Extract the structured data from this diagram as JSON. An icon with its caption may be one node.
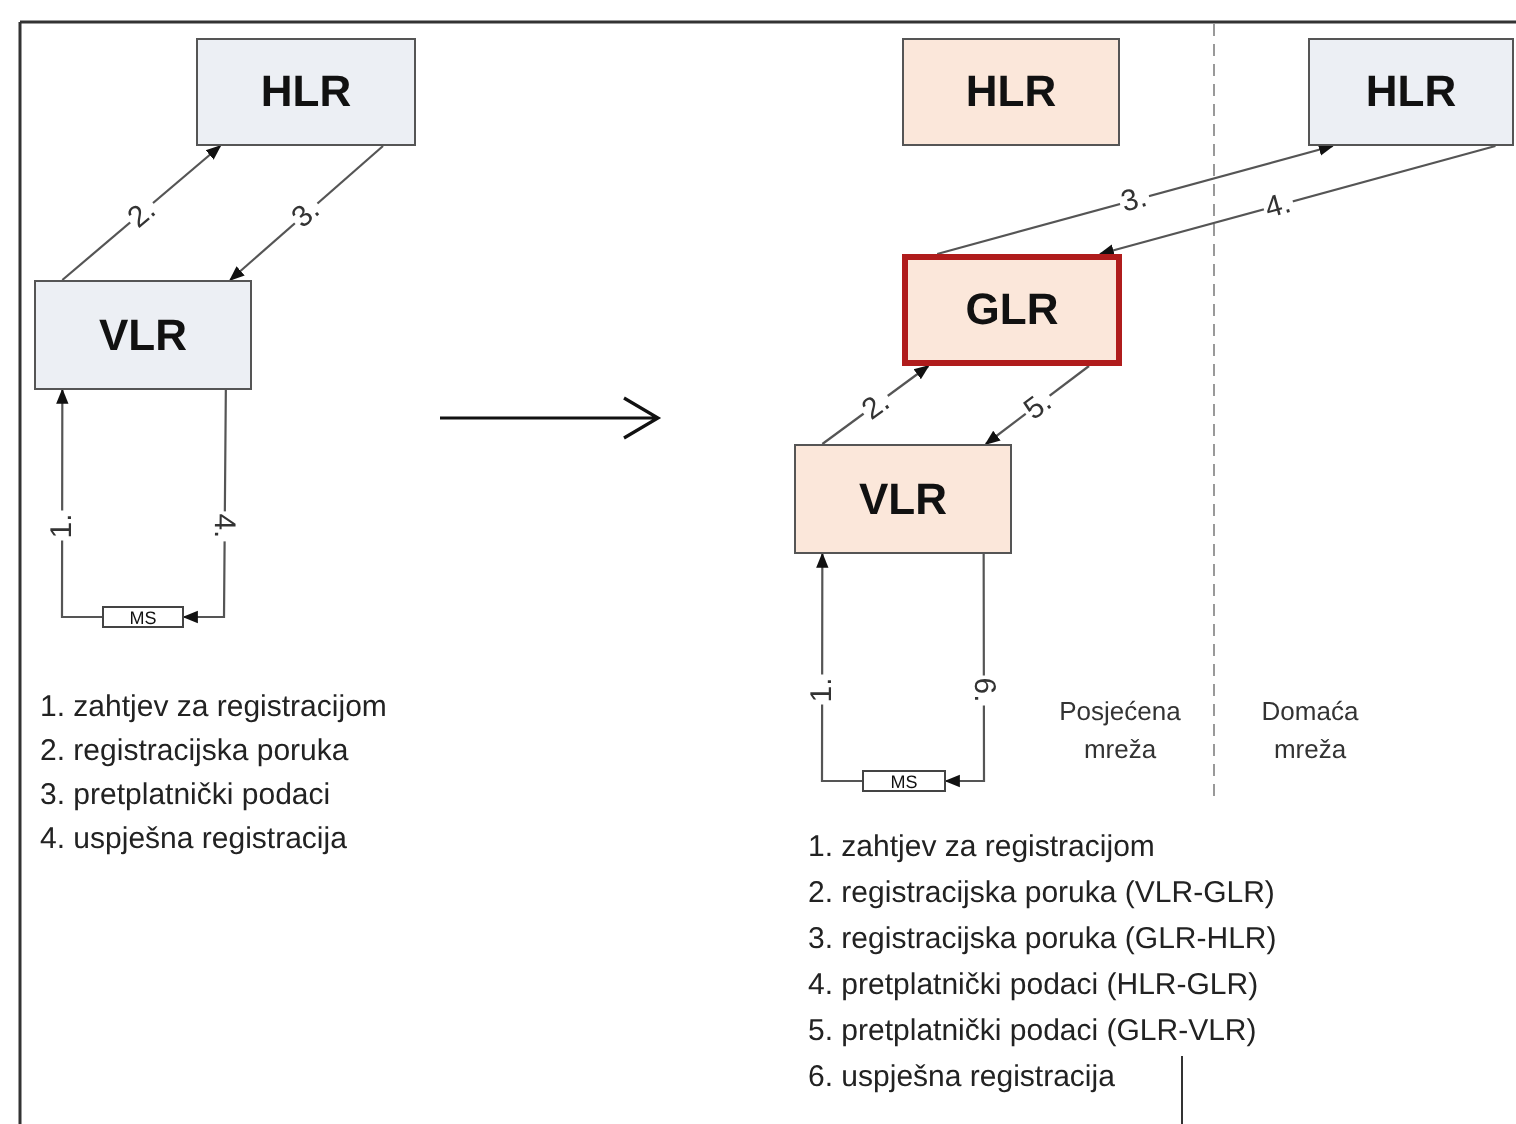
{
  "diagram": {
    "nodes": [
      {
        "text": [
          "HLR"
        ]
      },
      {
        "text": [
          "VLR"
        ]
      },
      {
        "text": [
          "MS"
        ]
      },
      {
        "text": [
          "HLR"
        ]
      },
      {
        "text": [
          "HLR"
        ]
      },
      {
        "text": [
          "GLR"
        ]
      },
      {
        "text": [
          "VLR"
        ]
      },
      {
        "text": [
          "MS"
        ]
      }
    ],
    "edges": [
      {
        "from": 2,
        "to": 1,
        "arrow": "to",
        "label": "1."
      },
      {
        "from": 1,
        "to": 0,
        "arrow": "to",
        "label": "2."
      },
      {
        "from": 0,
        "to": 1,
        "arrow": "to",
        "label": "3."
      },
      {
        "from": 1,
        "to": 2,
        "arrow": "to",
        "label": "4."
      },
      {
        "from": 7,
        "to": 6,
        "arrow": "to",
        "label": "1."
      },
      {
        "from": 6,
        "to": 5,
        "arrow": "to",
        "label": "2."
      },
      {
        "from": 5,
        "to": 4,
        "arrow": "to",
        "label": "3."
      },
      {
        "from": 4,
        "to": 5,
        "arrow": "to",
        "label": "4."
      },
      {
        "from": 5,
        "to": 6,
        "arrow": "to",
        "label": "5."
      },
      {
        "from": 6,
        "to": 7,
        "arrow": "to",
        "label": "6."
      }
    ],
    "labels": [
      "1. zahtjev za registracijom",
      "2. registracijska poruka",
      "3. pretplatnički podaci",
      "4. uspješna registracija",
      "Posjećena mreža",
      "Domaća mreža",
      "1. zahtjev za registracijom",
      "2. registracijska poruka (VLR-GLR)",
      "3. registracijska poruka (GLR-HLR)",
      "4. pretplatnički podaci (HLR-GLR)",
      "5. pretplatnički podaci (GLR-VLR)",
      "6. uspješna registracija"
    ]
  }
}
